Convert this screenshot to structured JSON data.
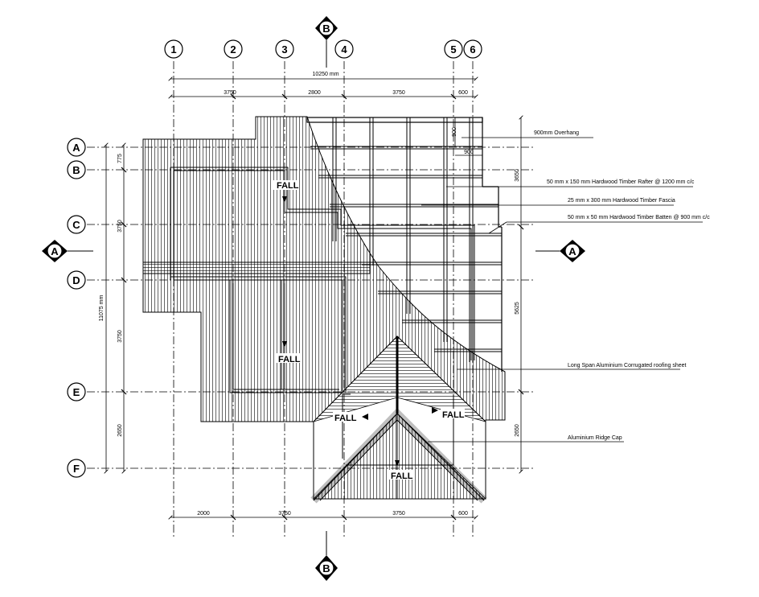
{
  "grid": {
    "columns": [
      "1",
      "2",
      "3",
      "4",
      "5",
      "6"
    ],
    "rows": [
      "A",
      "B",
      "C",
      "D",
      "E",
      "F"
    ]
  },
  "section_markers": {
    "horizontal": "A",
    "vertical": "B"
  },
  "dimensions": {
    "overall_width": "10250 mm",
    "overall_depth": "11075 mm",
    "top_spans": [
      "3750",
      "2800",
      "3750",
      "600"
    ],
    "bottom_spans": [
      "2000",
      "3750",
      "3750",
      "600"
    ],
    "left_spans": [
      "775",
      "3750",
      "3750",
      "2650"
    ],
    "right_spans": [
      "3650",
      "5625",
      "2650"
    ],
    "overhang_vertical": "900",
    "overhang_horizontal": "900"
  },
  "fall_labels": [
    "FALL",
    "FALL",
    "FALL",
    "FALL",
    "FALL"
  ],
  "notes": {
    "overhang": "900mm Overhang",
    "rafter": "50 mm x 150 mm Hardwood Timber Rafter @ 1200 mm c/c",
    "fascia": "25 mm x 300 mm Hardwood Timber Fascia",
    "batten": "50 mm x 50 mm Hardwood Timber Batten @ 900 mm c/c",
    "roofing": "Long Span Aluminium Corrugated roofing sheet",
    "ridge": "Aluminium Ridge Cap"
  }
}
